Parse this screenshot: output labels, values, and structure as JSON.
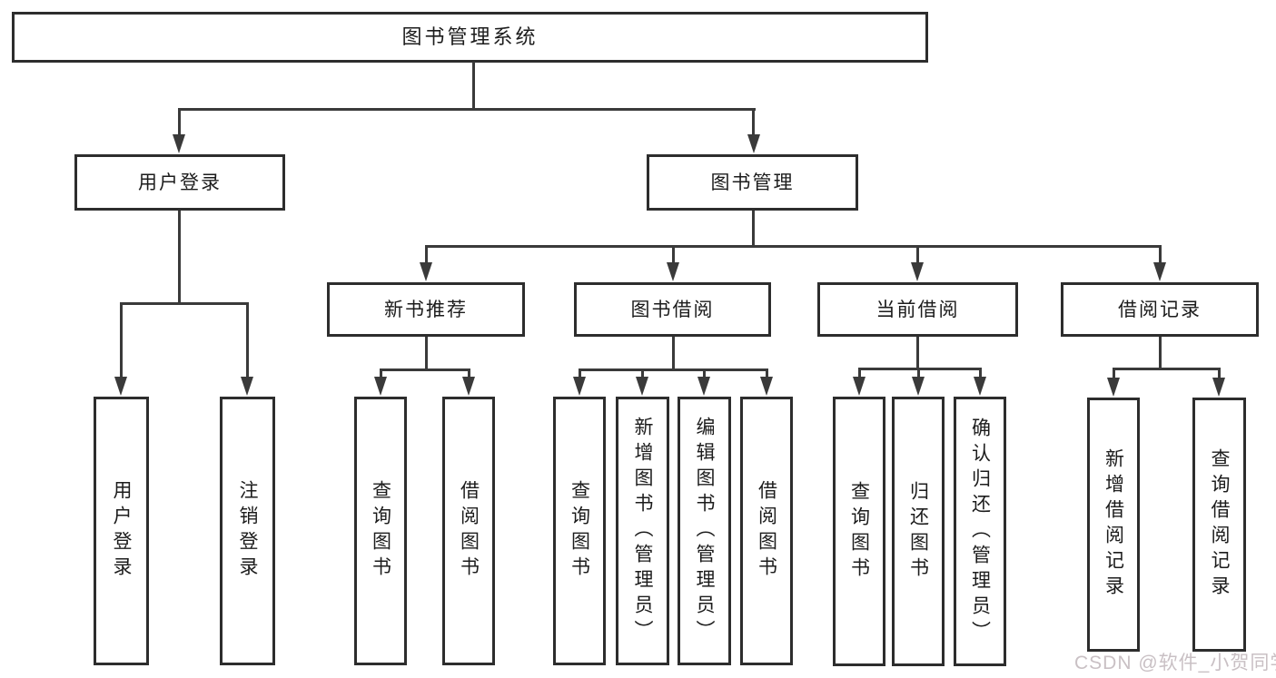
{
  "colors": {
    "line": "#3a3a3a",
    "border": "#2d2d2d",
    "text": "#1c1c1c",
    "bg": "#ffffff",
    "watermark": "#c9c0c4"
  },
  "tree": {
    "root": {
      "label": "图书管理系统"
    },
    "branches": [
      {
        "label": "用户登录",
        "children": [
          {
            "label": "用户登录"
          },
          {
            "label": "注销登录"
          }
        ]
      },
      {
        "label": "图书管理",
        "children": [
          {
            "label": "新书推荐",
            "children": [
              {
                "label": "查询图书"
              },
              {
                "label": "借阅图书"
              }
            ]
          },
          {
            "label": "图书借阅",
            "children": [
              {
                "label": "查询图书"
              },
              {
                "label": "新增图书（管理员）"
              },
              {
                "label": "编辑图书（管理员）"
              },
              {
                "label": "借阅图书"
              }
            ]
          },
          {
            "label": "当前借阅",
            "children": [
              {
                "label": "查询图书"
              },
              {
                "label": "归还图书"
              },
              {
                "label": "确认归还（管理员）"
              }
            ]
          },
          {
            "label": "借阅记录",
            "children": [
              {
                "label": "新增借阅记录"
              },
              {
                "label": "查询借阅记录"
              }
            ]
          }
        ]
      }
    ]
  },
  "watermark": {
    "text": "CSDN @软件_小贺同学"
  }
}
